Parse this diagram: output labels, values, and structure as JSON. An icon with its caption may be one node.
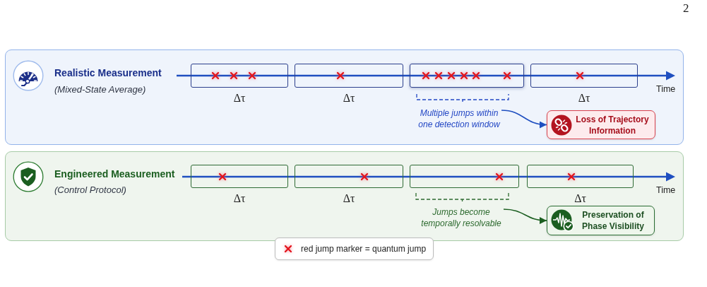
{
  "diagram": {
    "nodes": [
      {
        "text": [
          "Realistic Measurement",
          "(Mixed-State Average)"
        ]
      },
      {
        "text": [],
        "shape": "box",
        "in": 0,
        "beside": [
          "Δτ"
        ]
      },
      {
        "text": [],
        "shape": "box",
        "in": 0,
        "beside": [
          "Δτ"
        ]
      },
      {
        "text": [],
        "shape": "box",
        "in": 0
      },
      {
        "text": [],
        "shape": "box",
        "in": 0,
        "beside": [
          "Δτ"
        ]
      },
      {
        "text": [
          "Multiple jumps within one detection window"
        ],
        "in": 0
      },
      {
        "text": [
          "Loss of Trajectory Information"
        ],
        "in": 0
      },
      {
        "text": [
          "Engineered Measurement",
          "(Control Protocol)"
        ]
      },
      {
        "text": [],
        "shape": "box",
        "in": 7,
        "beside": [
          "Δτ"
        ]
      },
      {
        "text": [],
        "shape": "box",
        "in": 7,
        "beside": [
          "Δτ"
        ]
      },
      {
        "text": [],
        "shape": "box",
        "in": 7
      },
      {
        "text": [],
        "shape": "box",
        "in": 7,
        "beside": [
          "Δτ"
        ]
      },
      {
        "text": [
          "Jumps become temporally resolvable"
        ],
        "in": 7
      },
      {
        "text": [
          "Preservation of Phase Visibility"
        ],
        "in": 7
      }
    ],
    "edges": [
      {
        "from": 5,
        "to": 6,
        "arrow": "to",
        "color": "#1f4fc0"
      },
      {
        "from": 12,
        "to": 13,
        "arrow": "to",
        "color": "#1b5e20"
      }
    ],
    "labels": [
      "2",
      "Time",
      "Time"
    ],
    "legend": [
      {
        "text": "red jump marker = quantum jump"
      }
    ]
  }
}
